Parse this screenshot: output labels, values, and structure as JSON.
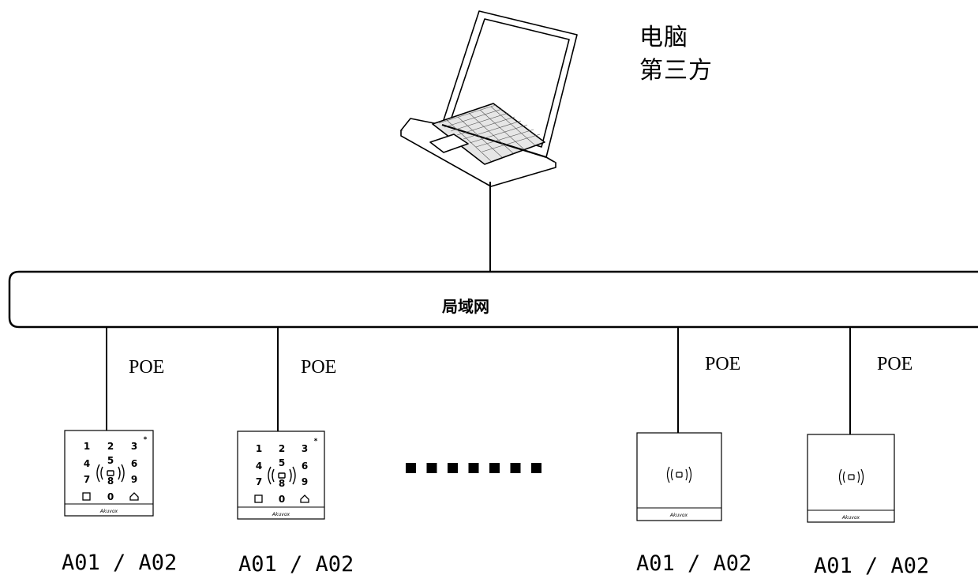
{
  "computer": {
    "line1": "电脑",
    "line2": "第三方",
    "icon": "laptop-icon"
  },
  "network": {
    "label": "局域网"
  },
  "devices": [
    {
      "kind": "keypad-reader",
      "connection": "POE",
      "model": "A01 / A02",
      "brand": "Akuvox",
      "keys": [
        "1",
        "2",
        "3",
        "4",
        "5",
        "6",
        "7",
        "8",
        "9",
        "0"
      ]
    },
    {
      "kind": "keypad-reader",
      "connection": "POE",
      "model": "A01 / A02",
      "brand": "Akuvox",
      "keys": [
        "1",
        "2",
        "3",
        "4",
        "5",
        "6",
        "7",
        "8",
        "9",
        "0"
      ]
    },
    {
      "kind": "card-reader",
      "connection": "POE",
      "model": "A01 / A02",
      "brand": "Akuvox"
    },
    {
      "kind": "card-reader",
      "connection": "POE",
      "model": "A01 / A02",
      "brand": "Akuvox"
    }
  ],
  "ellipsis": {
    "count": 7
  }
}
